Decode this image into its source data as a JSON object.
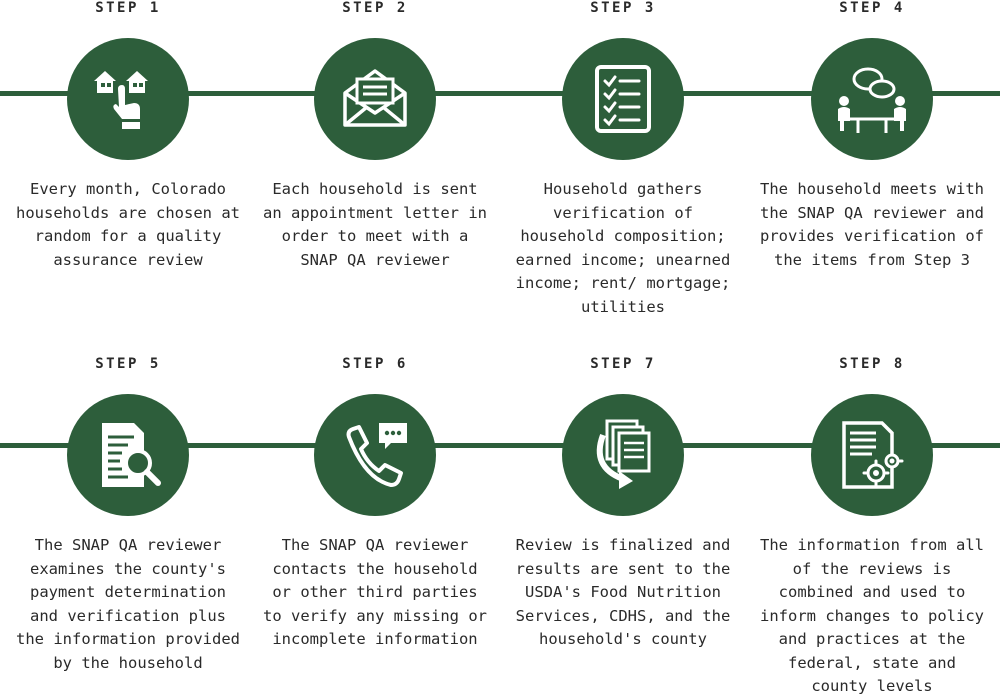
{
  "colors": {
    "accent": "#2d5e3b",
    "text": "#2a2a2a",
    "background": "#ffffff"
  },
  "steps": [
    {
      "label": "STEP 1",
      "icon": "houses-hand-pointer-icon",
      "description": "Every month, Colorado households are chosen at random for a quality assurance review"
    },
    {
      "label": "STEP 2",
      "icon": "envelope-letter-icon",
      "description": "Each household is sent an appointment letter in order to meet with a SNAP QA reviewer"
    },
    {
      "label": "STEP 3",
      "icon": "checklist-icon",
      "description": "Household gathers verification of household composition; earned income; unearned income; rent/ mortgage; utilities"
    },
    {
      "label": "STEP 4",
      "icon": "meeting-chat-icon",
      "description": "The household meets with the SNAP QA reviewer and provides verification of the items from Step 3"
    },
    {
      "label": "STEP 5",
      "icon": "document-magnifier-icon",
      "description": "The SNAP QA reviewer examines the county's payment determination and verification plus the information provided by the household"
    },
    {
      "label": "STEP 6",
      "icon": "phone-message-icon",
      "description": "The SNAP QA reviewer contacts the household or other third parties to verify any missing or incomplete information"
    },
    {
      "label": "STEP 7",
      "icon": "documents-send-arrow-icon",
      "description": "Review is finalized and results are sent to the USDA's Food Nutrition Services, CDHS, and the household's county"
    },
    {
      "label": "STEP 8",
      "icon": "document-gears-icon",
      "description": "The information from all of the reviews is combined and used to inform changes to policy and practices at the federal, state and county levels"
    }
  ]
}
